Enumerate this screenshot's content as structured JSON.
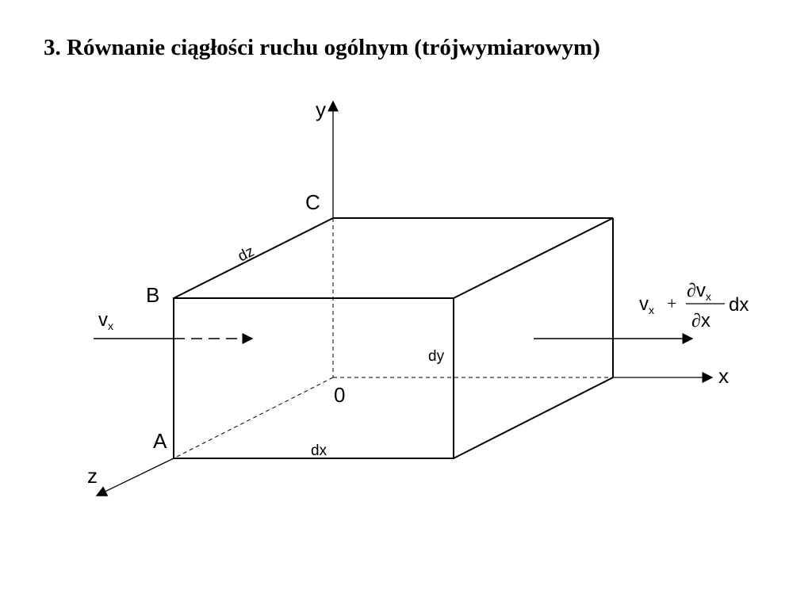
{
  "title": "3. Równanie ciągłości ruchu ogólnym (trójwymiarowym)",
  "axes": {
    "x": "x",
    "y": "y",
    "z": "z"
  },
  "points": {
    "a": "A",
    "b": "B",
    "c": "C",
    "origin": "0"
  },
  "edges": {
    "dx": "dx",
    "dy": "dy",
    "dz": "dz"
  },
  "inflow": {
    "symbol": "v",
    "subscript": "x"
  },
  "outflow": {
    "v": "v",
    "sub": "x",
    "plus": "+",
    "partial": "∂",
    "num_v": "v",
    "num_sub": "x",
    "den": "x",
    "dx": "dx"
  }
}
